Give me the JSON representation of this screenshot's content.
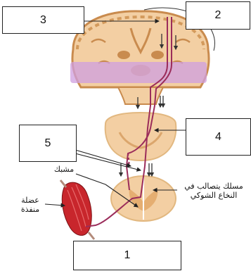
{
  "boxes": {
    "b1": "1",
    "b2": "2",
    "b3": "3",
    "b4": "4",
    "b5": "5"
  },
  "labels": {
    "synapse": "مشبك",
    "effector_muscle": "عضلة\nمنفذة",
    "crossed_pathway": "مسلك يتصالب في\nالنخاع الشوكي"
  },
  "colors": {
    "brain_tissue": "#f3cfa3",
    "grey_matter": "#c98b4e",
    "brainstem_band": "#cf9fe0",
    "pathway": "#9b2c5a",
    "muscle": "#c8262c"
  },
  "icons": [
    "brain-cross-section",
    "brainstem-section",
    "spinal-cord-section",
    "muscle"
  ]
}
